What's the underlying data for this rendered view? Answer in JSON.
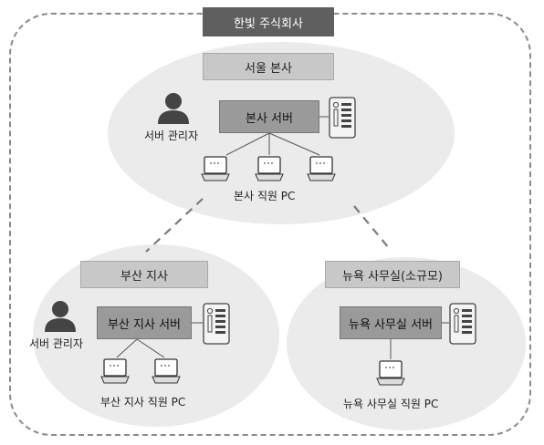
{
  "company": {
    "title": "한빛 주식회사"
  },
  "seoul": {
    "office_label": "서울 본사",
    "server_label": "본사 서버",
    "admin_label": "서버 관리자",
    "pc_label": "본사 직원 PC"
  },
  "busan": {
    "office_label": "부산 지사",
    "server_label": "부산 지사 서버",
    "admin_label": "서버 관리자",
    "pc_label": "부산 지사 직원 PC"
  },
  "newyork": {
    "office_label": "뉴욕 사무실(소규모)",
    "server_label": "뉴욕 사무실 서버",
    "pc_label": "뉴욕 사무실 직원 PC"
  },
  "icons": [
    "person-icon",
    "server-rack-icon",
    "laptop-icon"
  ],
  "colors": {
    "dark_box": "#5f5f5f",
    "light_box": "#c8c8c8",
    "mid_box": "#9a9a9a",
    "cloud": "#ebebeb"
  }
}
